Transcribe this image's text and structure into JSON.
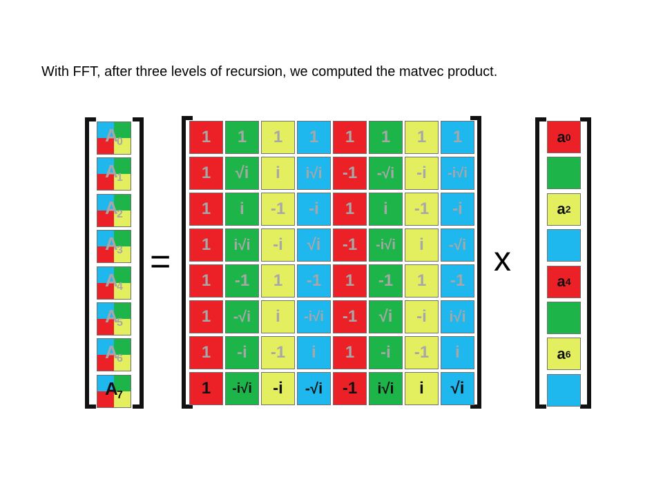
{
  "title": "With FFT, after three levels of recursion, we computed the matvec product.",
  "operators": {
    "equals": "=",
    "times": "x"
  },
  "colors": {
    "red": "#ec2127",
    "green": "#1db54a",
    "yellow": "#e3ef5e",
    "blue": "#1eb8ee",
    "faded_text": "#a7a7a7",
    "dark_text": "#111111"
  },
  "output_vector": [
    {
      "letter": "A",
      "index": "0",
      "faded": true
    },
    {
      "letter": "A",
      "index": "1",
      "faded": true
    },
    {
      "letter": "A",
      "index": "2",
      "faded": true
    },
    {
      "letter": "A",
      "index": "3",
      "faded": true
    },
    {
      "letter": "A",
      "index": "4",
      "faded": true
    },
    {
      "letter": "A",
      "index": "5",
      "faded": true
    },
    {
      "letter": "A",
      "index": "6",
      "faded": true
    },
    {
      "letter": "A",
      "index": "7",
      "faded": false
    }
  ],
  "matrix": {
    "column_colors": [
      "red",
      "green",
      "yellow",
      "blue",
      "red",
      "green",
      "yellow",
      "blue"
    ],
    "rows": [
      [
        "1",
        "1",
        "1",
        "1",
        "1",
        "1",
        "1",
        "1"
      ],
      [
        "1",
        "√i",
        "i",
        "i√i",
        "-1",
        "-√i",
        "-i",
        "-i√i"
      ],
      [
        "1",
        "i",
        "-1",
        "-i",
        "1",
        "i",
        "-1",
        "-i"
      ],
      [
        "1",
        "i√i",
        "-i",
        "√i",
        "-1",
        "-i√i",
        "i",
        "-√i"
      ],
      [
        "1",
        "-1",
        "1",
        "-1",
        "1",
        "-1",
        "1",
        "-1"
      ],
      [
        "1",
        "-√i",
        "i",
        "-i√i",
        "-1",
        "√i",
        "-i",
        "i√i"
      ],
      [
        "1",
        "-i",
        "-1",
        "i",
        "1",
        "-i",
        "-1",
        "i"
      ],
      [
        "1",
        "-i√i",
        "-i",
        "-√i",
        "-1",
        "i√i",
        "i",
        "√i"
      ]
    ],
    "highlighted_row": 7
  },
  "input_vector": [
    {
      "color": "red",
      "letter": "a",
      "index": "0"
    },
    {
      "color": "green",
      "letter": "",
      "index": ""
    },
    {
      "color": "yellow",
      "letter": "a",
      "index": "2"
    },
    {
      "color": "blue",
      "letter": "",
      "index": ""
    },
    {
      "color": "red",
      "letter": "a",
      "index": "4"
    },
    {
      "color": "green",
      "letter": "",
      "index": ""
    },
    {
      "color": "yellow",
      "letter": "a",
      "index": "6"
    },
    {
      "color": "blue",
      "letter": "",
      "index": ""
    }
  ]
}
